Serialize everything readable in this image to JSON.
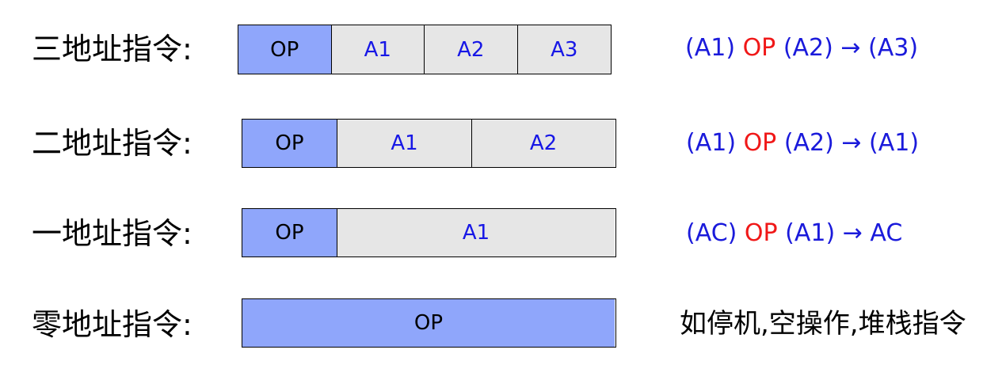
{
  "colors": {
    "op_fill": "#8fa6fb",
    "addr_fill": "#e6e6e6",
    "addr_text": "#1717e6",
    "formula_blue": "#1a1adb",
    "formula_red": "#f01818"
  },
  "rows": [
    {
      "label": "三地址指令:",
      "fields": [
        "OP",
        "A1",
        "A2",
        "A3"
      ],
      "formula": {
        "p1": "(A1) ",
        "op": "OP",
        "p2": " (A2)  →  (A3)"
      }
    },
    {
      "label": "二地址指令:",
      "fields": [
        "OP",
        "A1",
        "A2"
      ],
      "formula": {
        "p1": "(A1) ",
        "op": "OP",
        "p2": " (A2)  →  (A1)"
      }
    },
    {
      "label": "一地址指令:",
      "fields": [
        "OP",
        "A1"
      ],
      "formula": {
        "p1": "(AC) ",
        "op": "OP",
        "p2": " (A1)  →   AC"
      }
    },
    {
      "label": "零地址指令:",
      "fields": [
        "OP"
      ],
      "note": "如停机,空操作,堆栈指令"
    }
  ]
}
